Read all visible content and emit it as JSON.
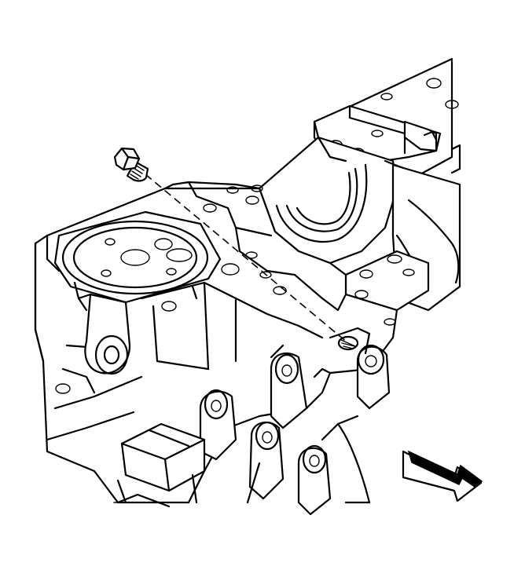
{
  "diagram": {
    "colors": {
      "line": "#000000",
      "background": "#ffffff"
    },
    "parts": [
      {
        "id": "plug-bolt",
        "icon": "hex-plug-bolt-icon"
      },
      {
        "id": "engine-block-casting",
        "icon": "engine-block-icon"
      },
      {
        "id": "bearing-saddle",
        "icon": "bearing-saddle-icon"
      },
      {
        "id": "threaded-port",
        "icon": "threaded-port-icon"
      },
      {
        "id": "direction-arrow",
        "icon": "arrow-icon"
      }
    ]
  }
}
